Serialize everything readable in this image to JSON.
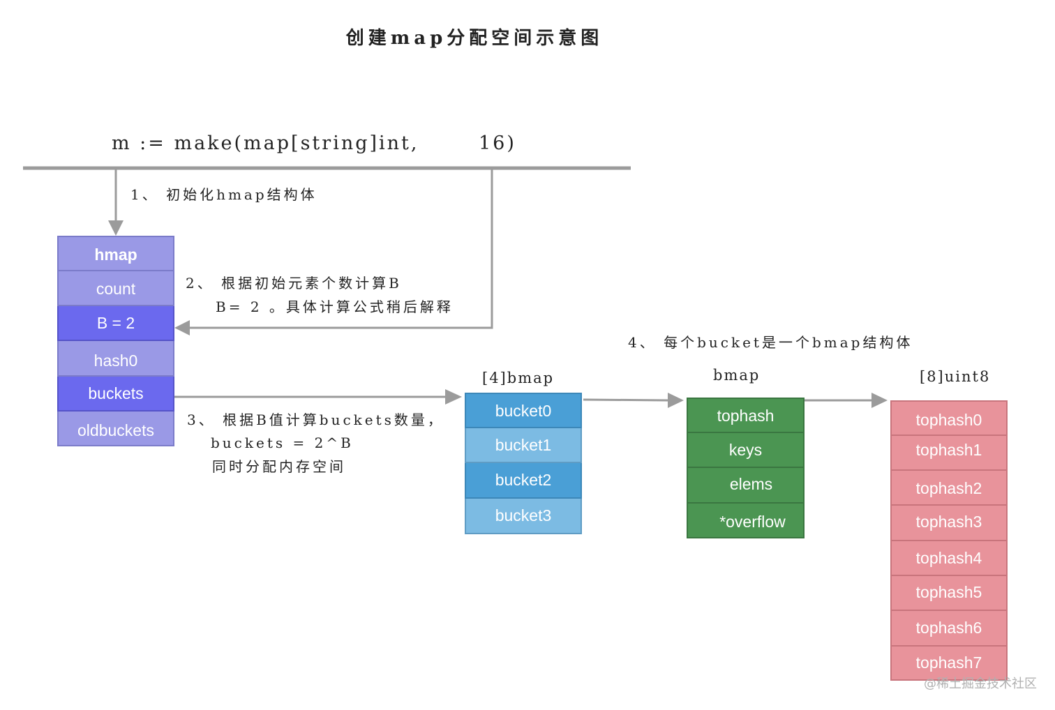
{
  "title": "创建map分配空间示意图",
  "code": {
    "left": "m := make(map[string]int,",
    "arg": "16)"
  },
  "steps": {
    "step1": "1、 初始化hmap结构体",
    "step2_line1": "2、 根据初始元素个数计算B",
    "step2_line2": "B= 2 。具体计算公式稍后解释",
    "step3_line1": "3、 根据B值计算buckets数量，",
    "step3_line2": "buckets = 2^B",
    "step3_line3": "同时分配内存空间",
    "step4": "4、 每个bucket是一个bmap结构体"
  },
  "hmap": {
    "fields": [
      "hmap",
      "count",
      "B = 2",
      "hash0",
      "buckets",
      "oldbuckets"
    ]
  },
  "buckets_array": {
    "caption": "[4]bmap",
    "items": [
      "bucket0",
      "bucket1",
      "bucket2",
      "bucket3"
    ]
  },
  "bmap": {
    "caption": "bmap",
    "fields": [
      "tophash",
      "keys",
      "elems",
      "*overflow"
    ]
  },
  "tophash_array": {
    "caption": "[8]uint8",
    "items": [
      "tophash0",
      "tophash1",
      "tophash2",
      "tophash3",
      "tophash4",
      "tophash5",
      "tophash6",
      "tophash7"
    ]
  },
  "watermark": "@稀土掘金技术社区",
  "colors": {
    "hmap_light": "#9a99e6",
    "hmap_dark": "#6b69ee",
    "bucket_dark": "#4a9fd6",
    "bucket_light": "#7cbbe3",
    "bmap_green": "#4b9552",
    "tophash_pink": "#e8939b",
    "wire_gray": "#9b9b9b"
  }
}
